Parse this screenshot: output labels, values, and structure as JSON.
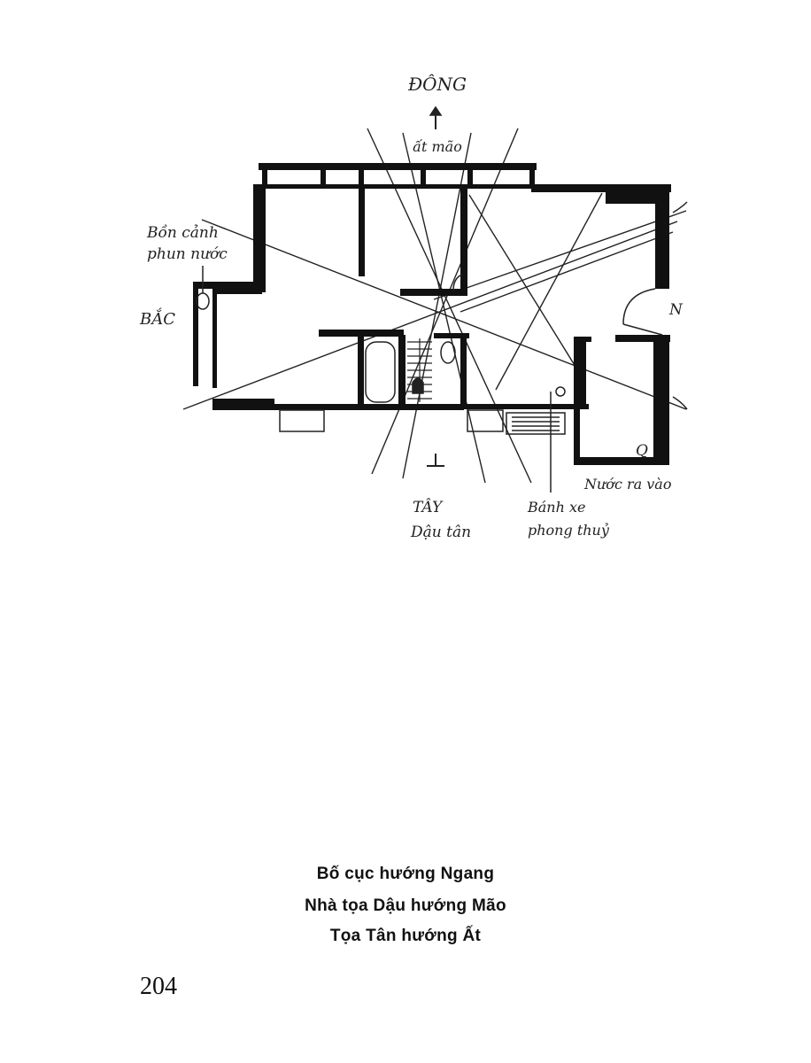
{
  "diagram": {
    "direction_top": "ĐÔNG",
    "top_sub": "ất mão",
    "fountain_label_1": "Bồn cảnh",
    "fountain_label_2": "phun nước",
    "direction_left": "BẮC",
    "direction_right": "N",
    "water_label": "Nước ra vào",
    "direction_bottom": "TÂY",
    "bottom_sub": "Dậu tân",
    "wheel_label_1": "Bánh xe",
    "wheel_label_2": "phong thuỷ",
    "toilet_mark": "Q"
  },
  "caption": {
    "line1": "Bố cục hướng Ngang",
    "line2": "Nhà tọa Dậu hướng Mão",
    "line3": "Tọa Tân hướng Ất"
  },
  "page_number": "204"
}
